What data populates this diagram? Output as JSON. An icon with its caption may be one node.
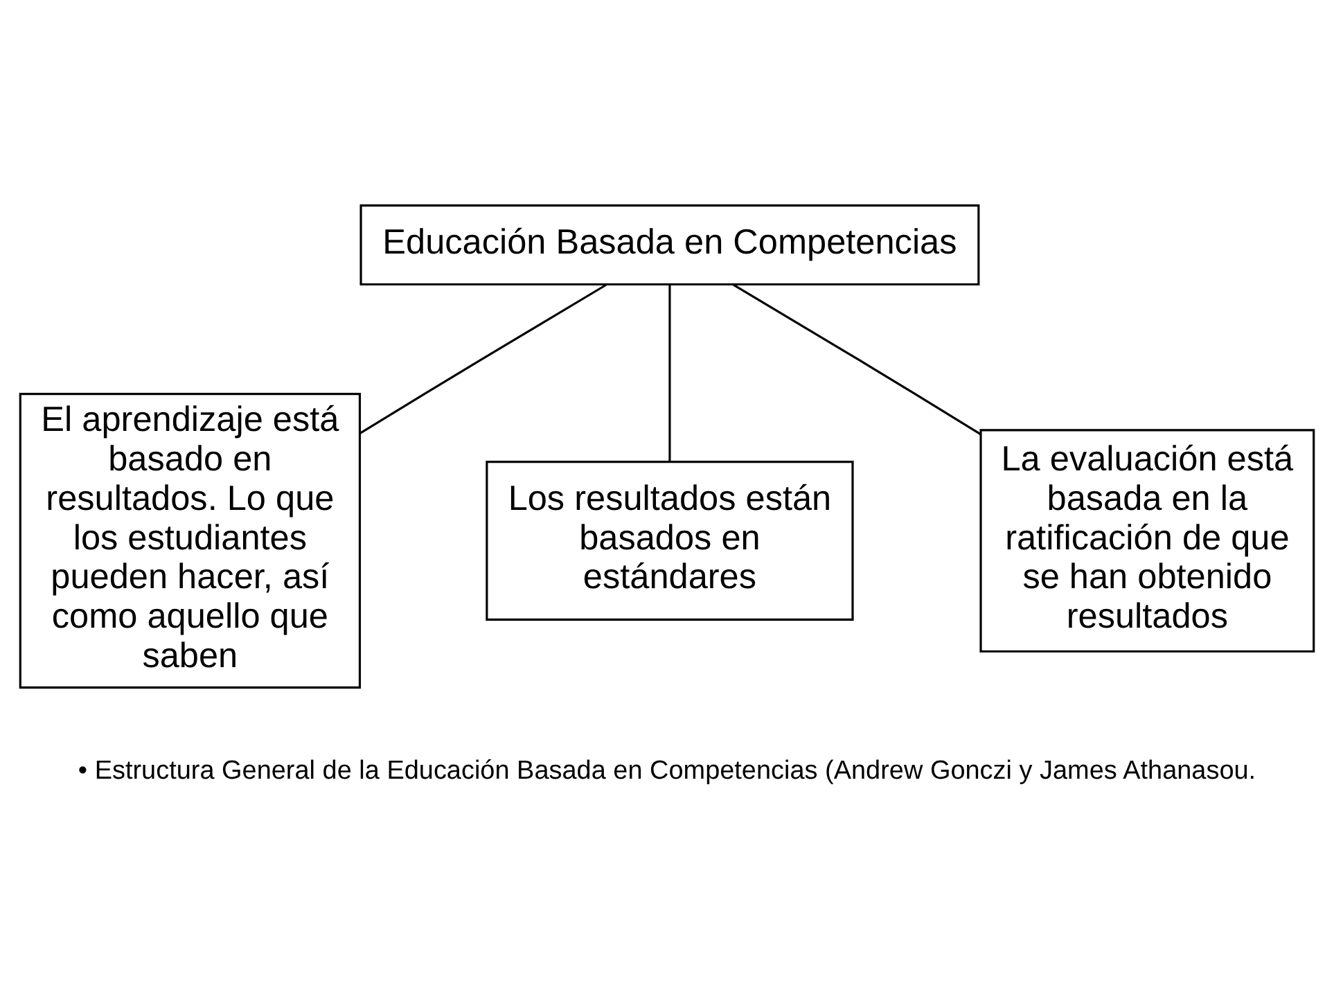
{
  "diagram": {
    "caption": "• Estructura General de la Educación Basada en Competencias (Andrew Gonczi y James Athanasou.",
    "nodes": [
      {
        "text": [
          "Educación Basada en Competencias"
        ]
      },
      {
        "text": [
          "El aprendizaje está basado en resultados. Lo que los estudiantes pueden hacer, así como aquello que saben"
        ]
      },
      {
        "text": [
          "Los resultados están basados en estándares"
        ]
      },
      {
        "text": [
          "La evaluación está basada en la ratificación de que se han obtenido resultados"
        ]
      }
    ],
    "edges": [
      {
        "from": 0,
        "to": 1,
        "arrow": "none"
      },
      {
        "from": 0,
        "to": 2,
        "arrow": "none"
      },
      {
        "from": 0,
        "to": 3,
        "arrow": "none"
      }
    ]
  }
}
